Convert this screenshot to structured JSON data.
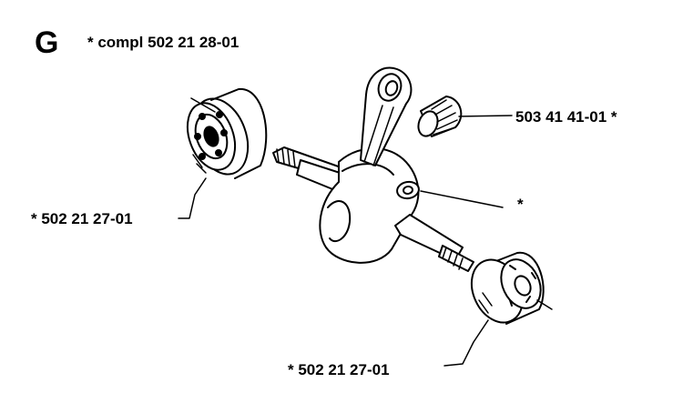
{
  "section": {
    "letter": "G",
    "assembly_label": "* compl 502 21 28-01"
  },
  "callouts": {
    "needle_bearing": "503 41 41-01 *",
    "bearing_left": "* 502 21 27-01",
    "bearing_right": "* 502 21 27-01",
    "crankshaft": "*"
  }
}
